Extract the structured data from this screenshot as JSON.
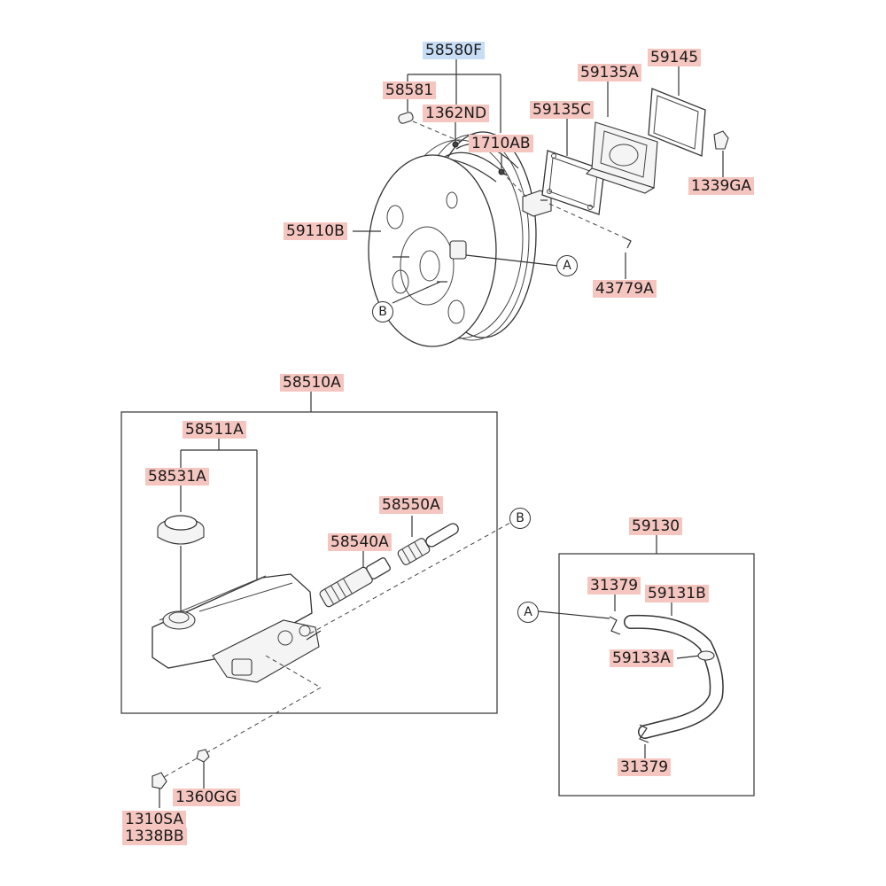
{
  "diagram": {
    "booster_assembly": {
      "assembly_label": "58580F",
      "parts": [
        "58581",
        "1362ND",
        "1710AB",
        "59110B",
        "59135A",
        "59145",
        "59135C",
        "1339GA",
        "43779A"
      ]
    },
    "master_cylinder": {
      "assembly_label": "58510A",
      "parts": [
        "58511A",
        "58531A",
        "58550A",
        "58540A",
        "1360GG",
        "1310SA",
        "1338BB"
      ]
    },
    "vacuum_hose": {
      "assembly_label": "59130",
      "parts": [
        "31379",
        "59131B",
        "59133A",
        "31379"
      ]
    },
    "callouts": [
      "A",
      "B",
      "B",
      "A"
    ]
  }
}
